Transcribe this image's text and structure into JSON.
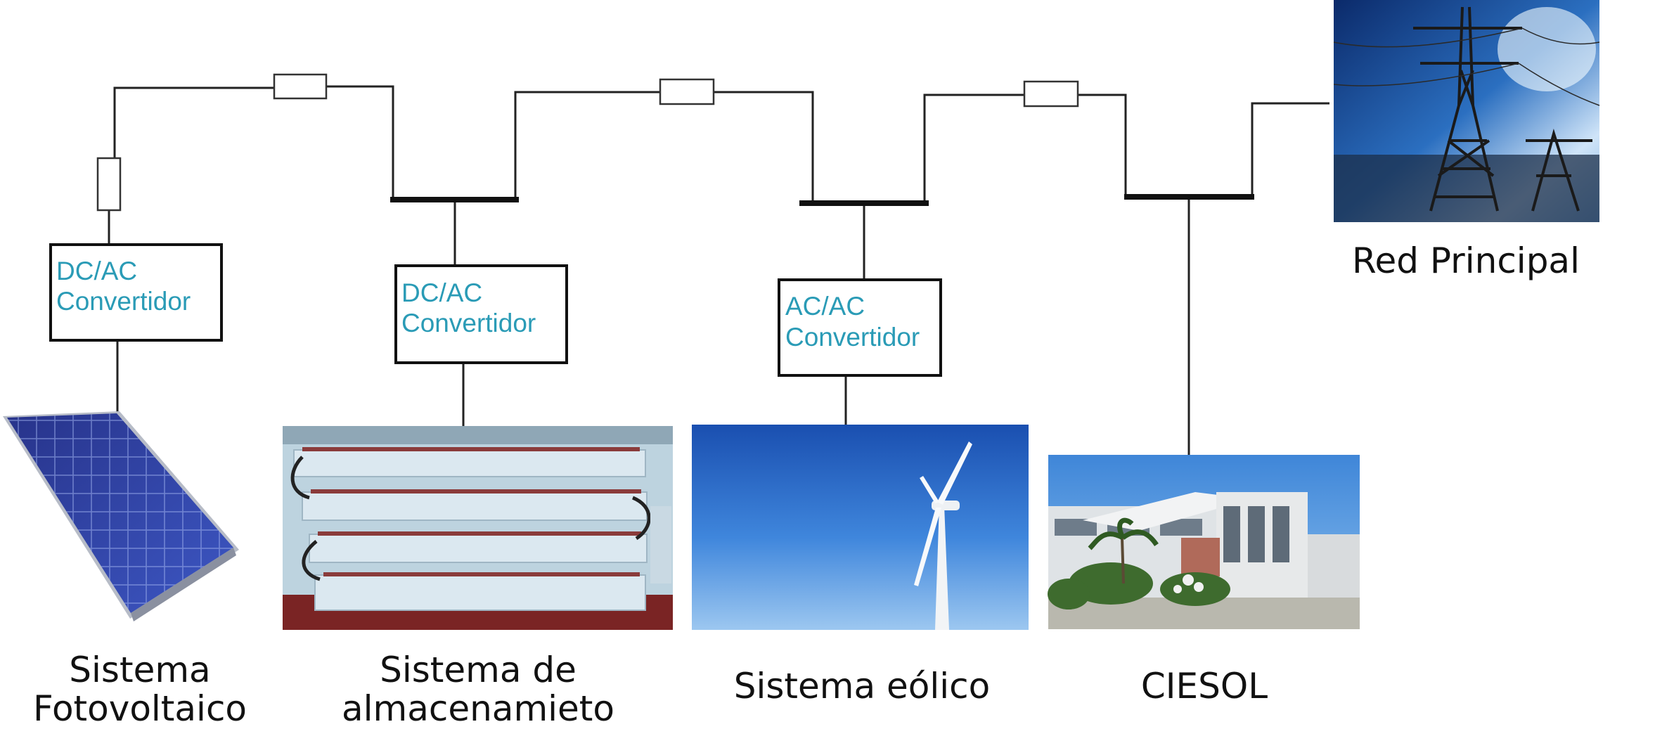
{
  "converters": {
    "pv": {
      "line1": "DC/AC",
      "line2": "Convertidor"
    },
    "storage": {
      "line1": "DC/AC",
      "line2": "Convertidor"
    },
    "wind": {
      "line1": "AC/AC",
      "line2": "Convertidor"
    }
  },
  "captions": {
    "pv": {
      "line1": "Sistema",
      "line2": "Fotovoltaico"
    },
    "storage": {
      "line1": "Sistema de",
      "line2": "almacenamieto"
    },
    "wind": "Sistema eólico",
    "ciesol": "CIESOL",
    "grid": "Red Principal"
  },
  "colors": {
    "converter_text": "#2a9bb6",
    "wire": "#222222",
    "busbar": "#111111"
  },
  "icons": {
    "pv": "solar-panel-icon",
    "storage": "battery-bank-icon",
    "wind": "wind-turbine-icon",
    "ciesol": "building-icon",
    "grid": "transmission-tower-icon"
  }
}
